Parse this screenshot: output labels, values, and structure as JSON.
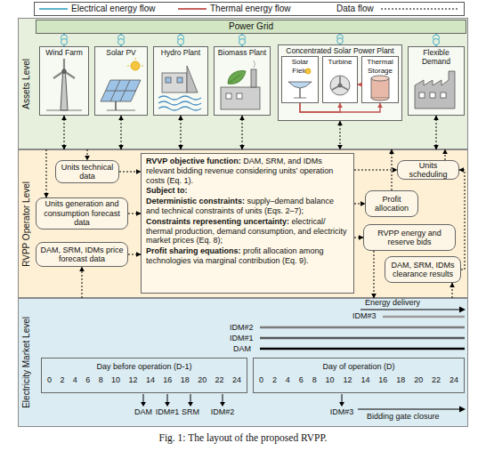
{
  "diagram": {
    "caption": "Fig. 1: The layout of the proposed RVPP.",
    "nodes": [
      {
        "text": [
          "Assets Level"
        ]
      },
      {
        "text": [
          "Power Grid"
        ],
        "in": 0
      },
      {
        "text": [
          "Wind Farm"
        ],
        "in": 0
      },
      {
        "text": [
          "Solar PV"
        ],
        "in": 0
      },
      {
        "text": [
          "Hydro Plant"
        ],
        "in": 0
      },
      {
        "text": [
          "Biomass Plant"
        ],
        "in": 0
      },
      {
        "text": [
          "Concentrated Solar Power Plant"
        ],
        "in": 0
      },
      {
        "text": [
          "Solar Field"
        ],
        "in": 6
      },
      {
        "text": [
          "Turbine"
        ],
        "in": 6
      },
      {
        "text": [
          "Thermal Storage"
        ],
        "in": 6
      },
      {
        "text": [
          "Flexible Demand"
        ],
        "in": 0
      },
      {
        "text": [
          "RVPP Operator Level"
        ]
      },
      {
        "text": [
          "Units technical data"
        ],
        "in": 11
      },
      {
        "text": [
          "Units generation and consumption forecast data"
        ],
        "in": 11
      },
      {
        "text": [
          "DAM, SRM, IDMs price forecast data"
        ],
        "in": 11
      },
      {
        "text": [
          "RVVP objective function:",
          "DAM, SRM, and IDMs relevant bidding revenue considering units’ operation costs (Eq. 1).",
          "Subject to:",
          "Deterministic constraints:",
          "supply–demand balance and technical constraints of units (Eqs. 2–7);",
          "Constraints representing uncertainty:",
          "electrical/ thermal production, demand consumption, and electricity market prices (Eq. 8);",
          "Profit sharing equations:",
          "profit allocation among technologies via marginal contribution (Eq. 9)."
        ],
        "in": 11
      },
      {
        "text": [
          "Units scheduling"
        ],
        "in": 11
      },
      {
        "text": [
          "Profit allocation"
        ],
        "in": 11
      },
      {
        "text": [
          "RVPP energy and reserve bids"
        ],
        "in": 11
      },
      {
        "text": [
          "DAM, SRM, IDMs clearance results"
        ],
        "in": 11
      },
      {
        "text": [
          "Electricity Market Level"
        ]
      },
      {
        "text": [
          "Day before operation (D-1)",
          "0 2 4 6 8 10 12 14 16 18 20 22 24"
        ],
        "in": 20
      },
      {
        "text": [
          "Day of operation (D)",
          "0 2 4 6 8 10 12 14 16 18 20 22 24"
        ],
        "in": 20
      }
    ],
    "edges": [
      {
        "from": 1,
        "to": 2,
        "arrow": "none"
      },
      {
        "from": 1,
        "to": 3,
        "arrow": "none"
      },
      {
        "from": 1,
        "to": 4,
        "arrow": "none"
      },
      {
        "from": 1,
        "to": 5,
        "arrow": "none"
      },
      {
        "from": 1,
        "to": 6,
        "arrow": "none"
      },
      {
        "from": 1,
        "to": 10,
        "arrow": "none"
      },
      {
        "from": 2,
        "to": 11,
        "arrow": "both"
      },
      {
        "from": 3,
        "to": 11,
        "arrow": "both"
      },
      {
        "from": 4,
        "to": 11,
        "arrow": "both"
      },
      {
        "from": 5,
        "to": 11,
        "arrow": "both"
      },
      {
        "from": 6,
        "to": 11,
        "arrow": "both"
      },
      {
        "from": 10,
        "to": 11,
        "arrow": "both"
      },
      {
        "from": 7,
        "to": 8,
        "arrow": "to"
      },
      {
        "from": 7,
        "to": 9,
        "arrow": "to"
      },
      {
        "from": 9,
        "to": 8,
        "arrow": "to"
      },
      {
        "from": 0,
        "to": 12,
        "arrow": "to"
      },
      {
        "from": 0,
        "to": 13,
        "arrow": "to"
      },
      {
        "from": 20,
        "to": 14,
        "arrow": "to"
      },
      {
        "from": 12,
        "to": 15,
        "arrow": "to"
      },
      {
        "from": 13,
        "to": 15,
        "arrow": "to"
      },
      {
        "from": 14,
        "to": 15,
        "arrow": "to"
      },
      {
        "from": 15,
        "to": 17,
        "arrow": "to"
      },
      {
        "from": 15,
        "to": 18,
        "arrow": "to"
      },
      {
        "from": 15,
        "to": 16,
        "arrow": "to"
      },
      {
        "from": 16,
        "to": 0,
        "arrow": "to"
      },
      {
        "from": 17,
        "to": 0,
        "arrow": "to"
      },
      {
        "from": 18,
        "to": 20,
        "arrow": "to"
      },
      {
        "from": 20,
        "to": 19,
        "arrow": "to"
      },
      {
        "from": 19,
        "to": 16,
        "arrow": "to"
      }
    ],
    "labels": [
      "Energy delivery",
      "IDM#3",
      "IDM#2",
      "IDM#1",
      "DAM",
      "DAM",
      "IDM#1",
      "SRM",
      "IDM#2",
      "IDM#3",
      "Bidding gate closure"
    ],
    "legend": [
      {
        "text": "Electrical energy flow"
      },
      {
        "text": "Thermal energy flow"
      },
      {
        "text": "Data flow"
      }
    ]
  }
}
